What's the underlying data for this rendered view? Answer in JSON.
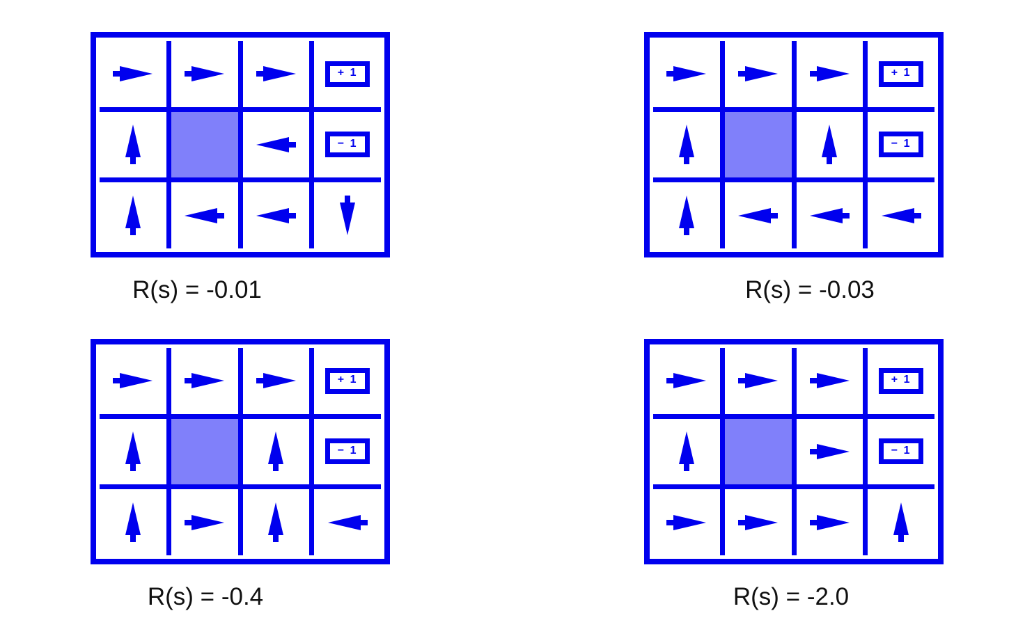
{
  "figure": {
    "colors": {
      "accent": "#0000EE",
      "blocked": "#8080FA",
      "label_text": "#111111",
      "background": "#FFFFFF"
    },
    "terminal_positive": "+ 1",
    "terminal_negative": "− 1",
    "grids": [
      {
        "label": "R(s) = -0.01",
        "cells": [
          [
            "right",
            "right",
            "right",
            "+1"
          ],
          [
            "up",
            "blocked",
            "left",
            "-1"
          ],
          [
            "up",
            "left",
            "left",
            "down"
          ]
        ]
      },
      {
        "label": "R(s) = -0.03",
        "cells": [
          [
            "right",
            "right",
            "right",
            "+1"
          ],
          [
            "up",
            "blocked",
            "up",
            "-1"
          ],
          [
            "up",
            "left",
            "left",
            "left"
          ]
        ]
      },
      {
        "label": "R(s) = -0.4",
        "cells": [
          [
            "right",
            "right",
            "right",
            "+1"
          ],
          [
            "up",
            "blocked",
            "up",
            "-1"
          ],
          [
            "up",
            "right",
            "up",
            "left"
          ]
        ]
      },
      {
        "label": "R(s) = -2.0",
        "cells": [
          [
            "right",
            "right",
            "right",
            "+1"
          ],
          [
            "up",
            "blocked",
            "right",
            "-1"
          ],
          [
            "right",
            "right",
            "right",
            "up"
          ]
        ]
      }
    ]
  }
}
